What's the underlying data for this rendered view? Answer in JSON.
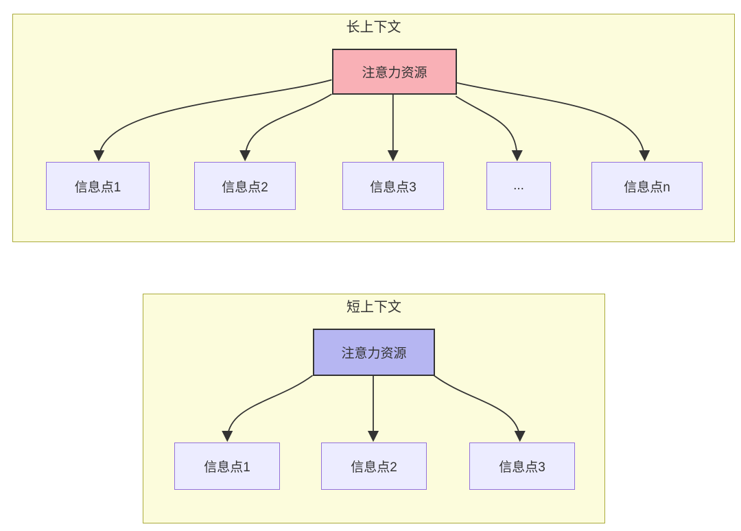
{
  "panels": [
    {
      "id": "long-context",
      "title": "长上下文",
      "attention_label": "注意力资源",
      "info_nodes": [
        "信息点1",
        "信息点2",
        "信息点3",
        "...",
        "信息点n"
      ]
    },
    {
      "id": "short-context",
      "title": "短上下文",
      "attention_label": "注意力资源",
      "info_nodes": [
        "信息点1",
        "信息点2",
        "信息点3"
      ]
    }
  ],
  "colors": {
    "panel_fill": "#FCFCDC",
    "panel_border": "#AAAA3A",
    "attention_long_fill": "#F9B0B6",
    "attention_short_fill": "#B6B6F2",
    "attention_border": "#333333",
    "info_fill": "#ECECFF",
    "info_border": "#9370DB",
    "arrow": "#333333",
    "text": "#333333"
  }
}
